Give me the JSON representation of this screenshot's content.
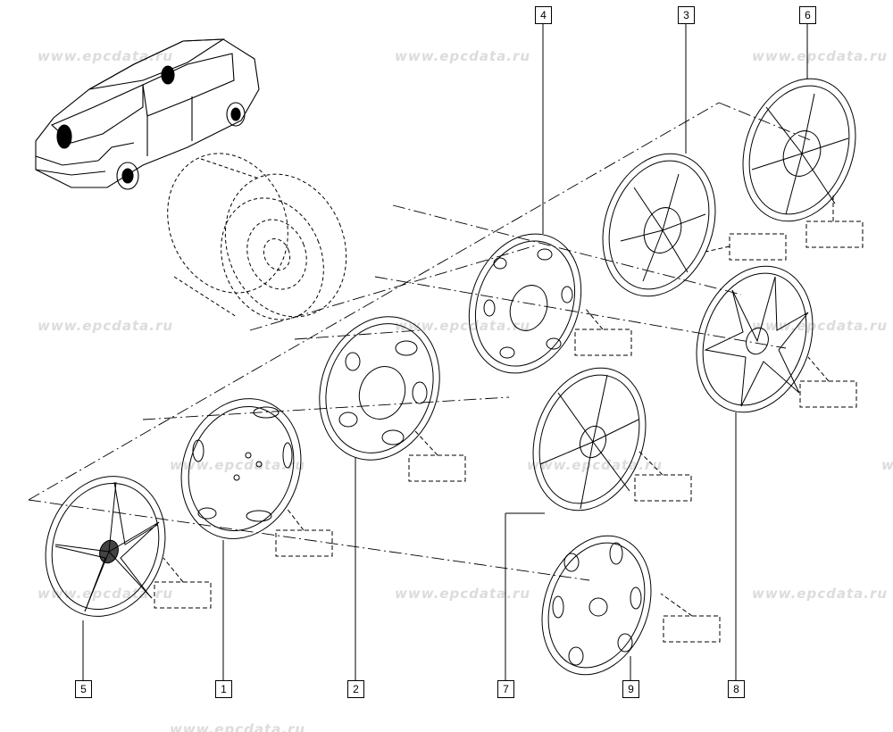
{
  "watermark": "www.epcdata.ru",
  "callouts": [
    "1",
    "2",
    "3",
    "4",
    "5",
    "6",
    "7",
    "8",
    "9"
  ],
  "colors": {
    "line": "#000000",
    "watermark": "#dcdcdc",
    "background": "#ffffff"
  }
}
